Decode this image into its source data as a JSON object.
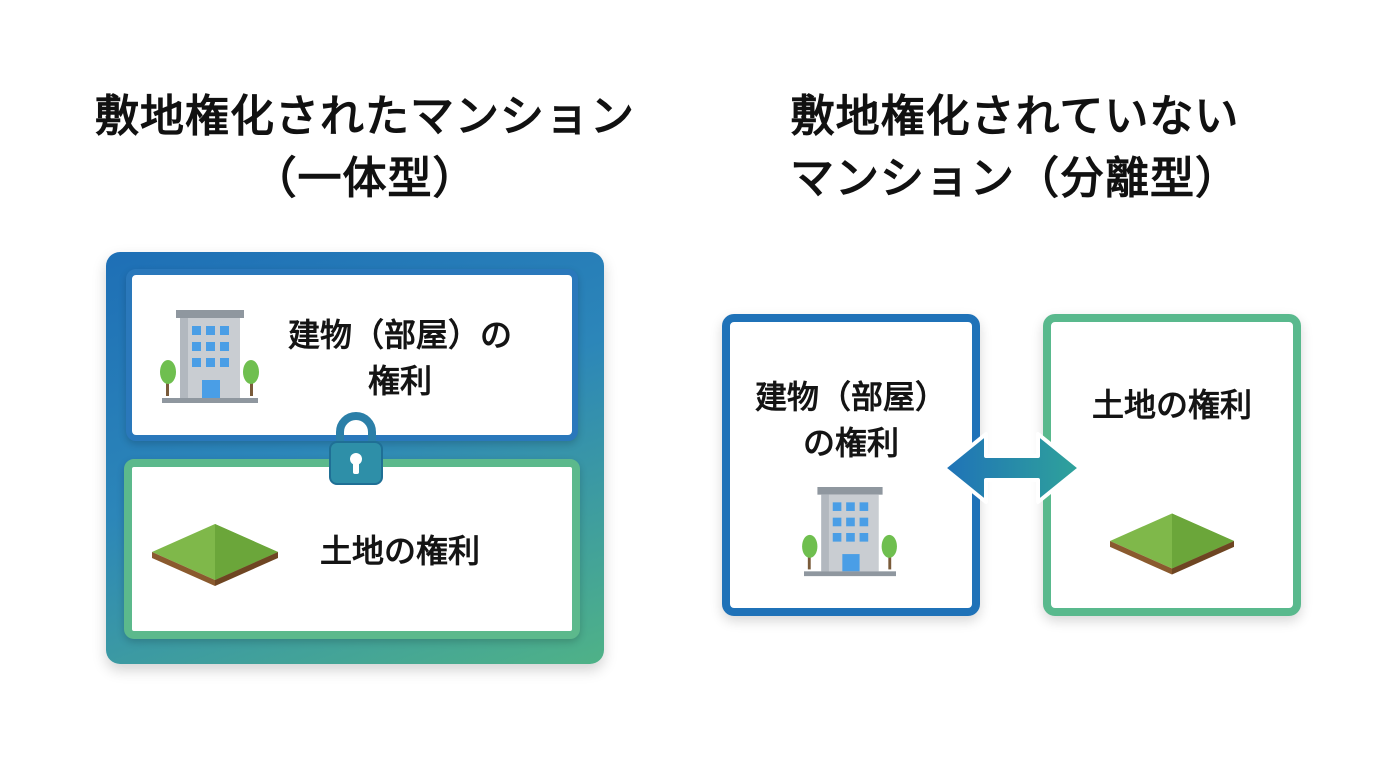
{
  "left": {
    "title_line1": "敷地権化されたマンション",
    "title_line2": "（一体型）",
    "building_rights_line1": "建物（部屋）の",
    "building_rights_line2": "権利",
    "land_rights": "土地の権利",
    "icons": [
      "building-icon",
      "lock-icon",
      "land-icon"
    ]
  },
  "right": {
    "title_line1": "敷地権化されていない",
    "title_line2": "マンション（分離型）",
    "building_rights_line1": "建物（部屋）",
    "building_rights_line2": "の権利",
    "land_rights": "土地の権利",
    "icons": [
      "building-icon",
      "double-arrow-icon",
      "land-icon"
    ]
  },
  "colors": {
    "blue": "#1f72b8",
    "green": "#59b98d",
    "building": "#c9cdd2",
    "window": "#4a9ee6",
    "grass": "#7fb84a",
    "soil": "#8a5a2e"
  }
}
